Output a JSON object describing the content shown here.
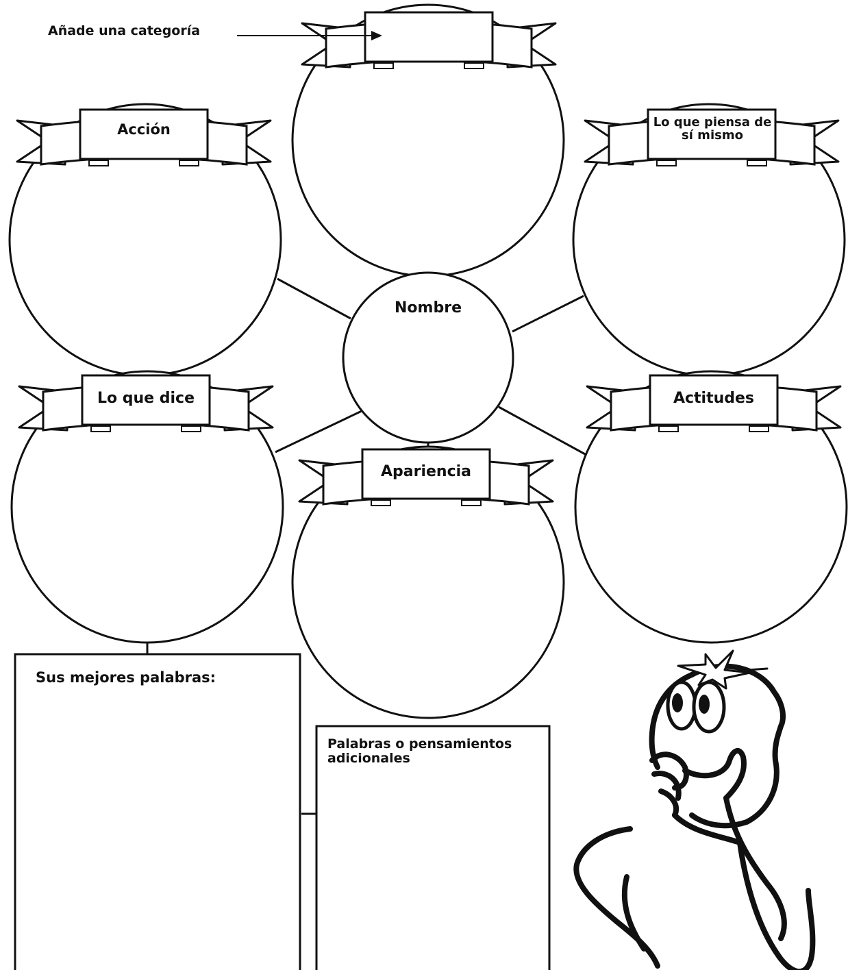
{
  "worksheet": {
    "instruction": "Añade una categoría",
    "center": {
      "label": "Nombre"
    },
    "categories": {
      "top": "",
      "top_left": "Acción",
      "top_right": "Lo que piensa de sí mismo",
      "bottom_left": "Lo que dice",
      "bottom": "Apariencia",
      "bottom_right": "Actitudes"
    },
    "boxes": {
      "best_words": "Sus mejores palabras:",
      "additional": "Palabras o pensamientos adicionales"
    }
  },
  "colors": {
    "ink": "#111111",
    "paper": "#ffffff"
  },
  "decoration": {
    "figure": "surprised-cartoon-person-icon"
  }
}
